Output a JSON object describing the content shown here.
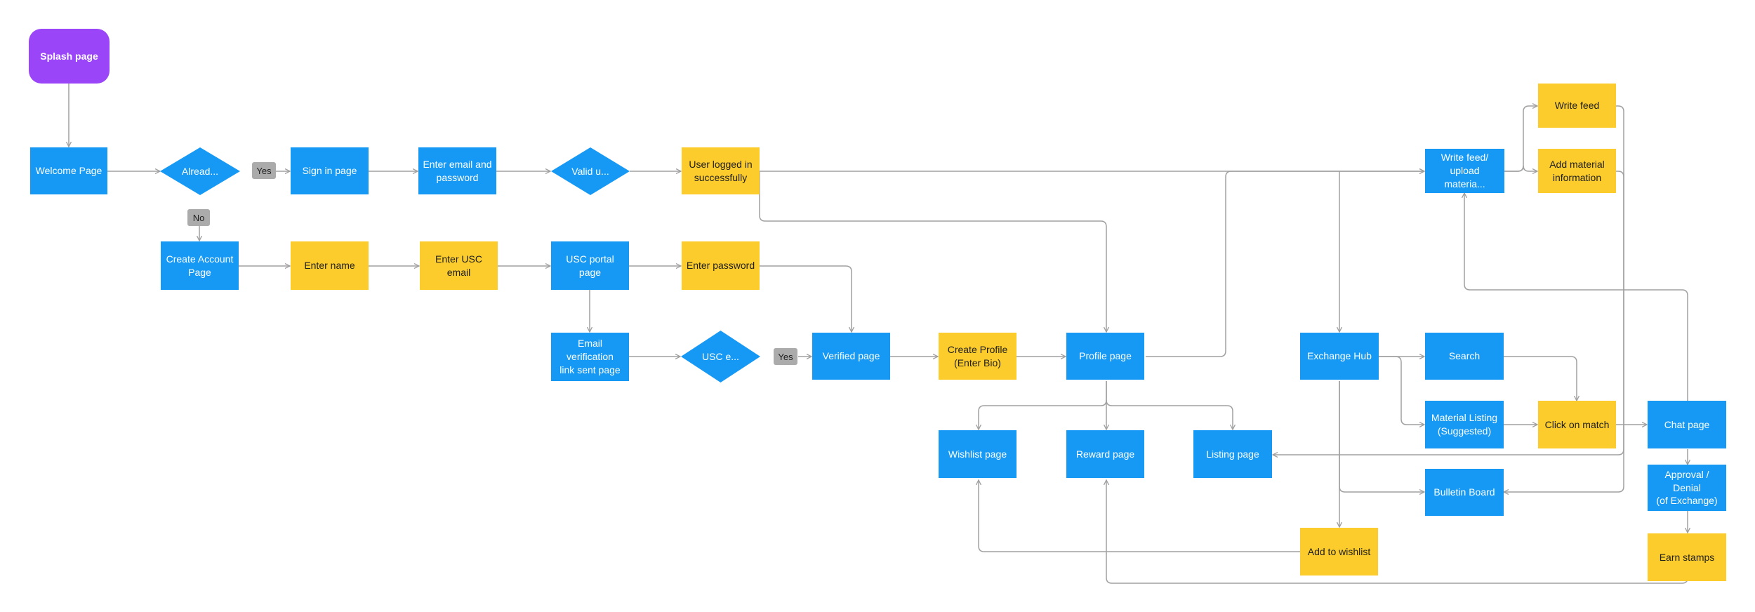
{
  "nodes": {
    "splash": "Splash page",
    "welcome": "Welcome Page",
    "already": "Alread...",
    "sign_in": "Sign in page",
    "enter_email_pw": "Enter email and\npassword",
    "valid_user": "Valid u...",
    "logged_in": "User logged in\nsuccessfully",
    "create_account": "Create Account\nPage",
    "enter_name": "Enter name",
    "enter_usc_email": "Enter USC email",
    "usc_portal": "USC portal page",
    "enter_password": "Enter password",
    "email_verification": "Email verification\nlink sent page",
    "usc_email_check": "USC e...",
    "verified": "Verified page",
    "create_profile": "Create Profile\n(Enter Bio)",
    "profile": "Profile page",
    "exchange_hub": "Exchange Hub",
    "search": "Search",
    "material_listing": "Material Listing\n(Suggested)",
    "click_on_match": "Click on match",
    "chat": "Chat page",
    "approval": "Approval / Denial\n(of Exchange)",
    "earn_stamps": "Earn stamps",
    "bulletin_board": "Bulletin Board",
    "add_to_wishlist": "Add to wishlist",
    "wishlist": "Wishlist page",
    "reward": "Reward page",
    "listing": "Listing page",
    "write_feed_upload": "Write feed/\nupload materia...",
    "write_feed": "Write feed",
    "add_material_info": "Add material\ninformation"
  },
  "labels": {
    "yes_1": "Yes",
    "no_1": "No",
    "yes_2": "Yes"
  },
  "colors": {
    "blue": "#1699f4",
    "yellow": "#fccc2c",
    "purple": "#9a45f8",
    "connector": "#a0a0a0",
    "tag": "#ababab"
  }
}
